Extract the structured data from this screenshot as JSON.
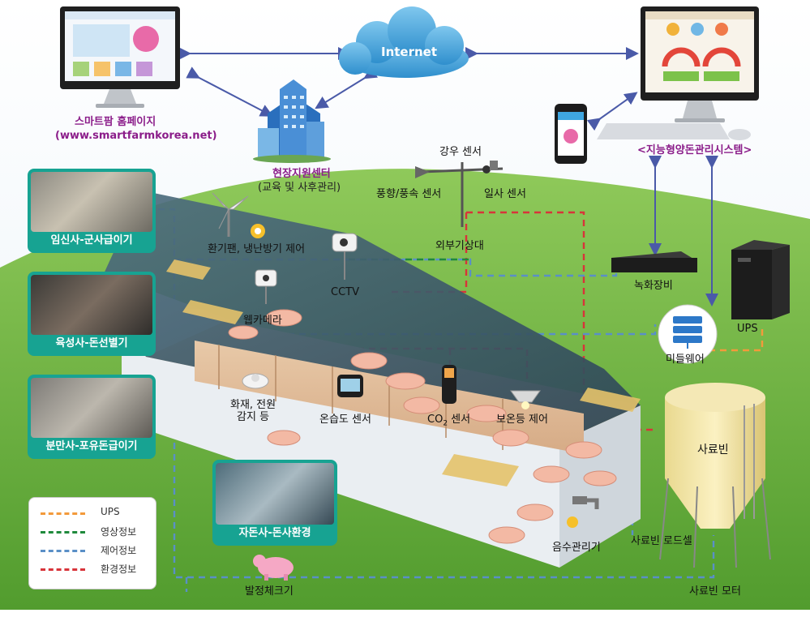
{
  "internet": {
    "label": "Internet"
  },
  "homepage": {
    "title": "스마트팜 홈페이지",
    "url": "(www.smartfarmkorea.net)"
  },
  "support_center": {
    "title": "현장지원센터",
    "subtitle": "(교육 및 사후관리)"
  },
  "system": {
    "title": "<지능형양돈관리시스템>"
  },
  "weather": {
    "rain": "강우 센서",
    "wind": "풍향/풍속 센서",
    "sun": "일사 센서",
    "station": "외부기상대"
  },
  "devices": {
    "fan": "환기팬, 냉난방기 제어",
    "cctv": "CCTV",
    "webcam": "웹카메라",
    "fire": "화재, 전원\n감지 등",
    "humidity": "온습도 센서",
    "co2_prefix": "CO",
    "co2_sub": "2",
    "co2_suffix": " 센서",
    "heat_lamp": "보온등 제어",
    "recorder": "녹화장비",
    "ups": "UPS",
    "middleware": "미들웨어",
    "feed_bin": "사료빈",
    "load_cell": "사료빈 로드셀",
    "feed_motor": "사료빈 모터",
    "water": "음수관리기",
    "estrus": "발정체크기"
  },
  "thumbs": [
    {
      "label": "임신사-군사급이기"
    },
    {
      "label": "육성사-돈선별기"
    },
    {
      "label": "분만사-포유돈급이기"
    },
    {
      "label": "자돈사-돈사환경"
    }
  ],
  "legend": [
    {
      "label": "UPS",
      "color": "#f39a3b"
    },
    {
      "label": "영상정보",
      "color": "#1f8a3c"
    },
    {
      "label": "제어정보",
      "color": "#5a8fc7"
    },
    {
      "label": "환경정보",
      "color": "#d8343a"
    }
  ],
  "colors": {
    "accent": "#8b1d8a",
    "teal": "#17a392",
    "grass": "#6cb23e",
    "sky": "#eef5fb"
  }
}
